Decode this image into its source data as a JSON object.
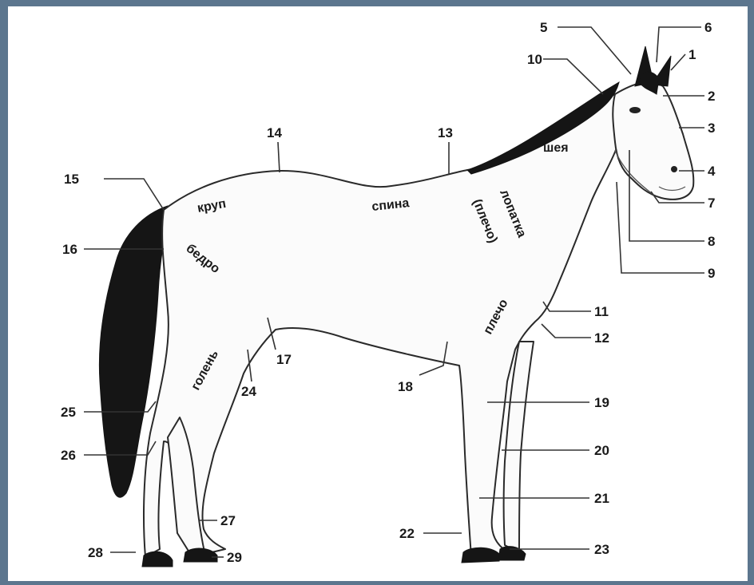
{
  "diagram": {
    "numbers": [
      "1",
      "2",
      "3",
      "4",
      "5",
      "6",
      "7",
      "8",
      "9",
      "10",
      "11",
      "12",
      "13",
      "14",
      "15",
      "16",
      "17",
      "18",
      "19",
      "20",
      "21",
      "22",
      "23",
      "24",
      "25",
      "26",
      "27",
      "28",
      "29"
    ],
    "part_labels": {
      "sheya": "шея",
      "spina": "спина",
      "krup": "круп",
      "bedro": "бедро",
      "lopatka": "лопатка",
      "plecho_paren": "(плечо)",
      "plecho": "плечо",
      "golen": "голень"
    }
  }
}
